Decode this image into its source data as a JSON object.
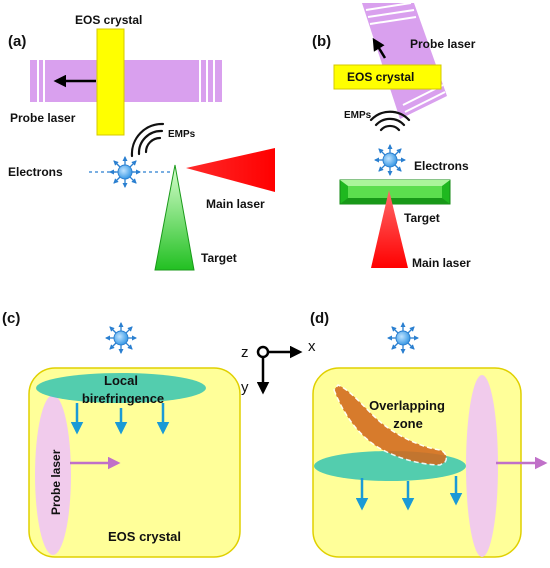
{
  "panels": {
    "a": {
      "tag": "(a)",
      "eos_crystal": "EOS crystal",
      "probe_laser": "Probe laser",
      "emps": "EMPs",
      "electrons": "Electrons",
      "main_laser": "Main laser",
      "target": "Target"
    },
    "b": {
      "tag": "(b)",
      "probe_laser": "Probe laser",
      "eos_crystal": "EOS crystal",
      "emps": "EMPs",
      "electrons": "Electrons",
      "target": "Target",
      "main_laser": "Main laser"
    },
    "c": {
      "tag": "(c)",
      "local_1": "Local",
      "local_2": "birefringence",
      "probe_laser": "Probe laser",
      "eos_crystal": "EOS crystal"
    },
    "d": {
      "tag": "(d)",
      "overlap_1": "Overlapping",
      "overlap_2": "zone"
    }
  },
  "axes": {
    "z": "z",
    "x": "x",
    "y": "y"
  },
  "colors": {
    "probe": "#d9a0ee",
    "crystal": "#ffff00",
    "crystal_box": "#ffff99",
    "main_laser": "#ff0000",
    "target": "#33cc33",
    "electron": "#4da6e8",
    "birefringence": "#40c8b0",
    "overlap": "#d2691e",
    "arrow": "#1a9ad6",
    "probe_arrow": "#c070c8"
  }
}
